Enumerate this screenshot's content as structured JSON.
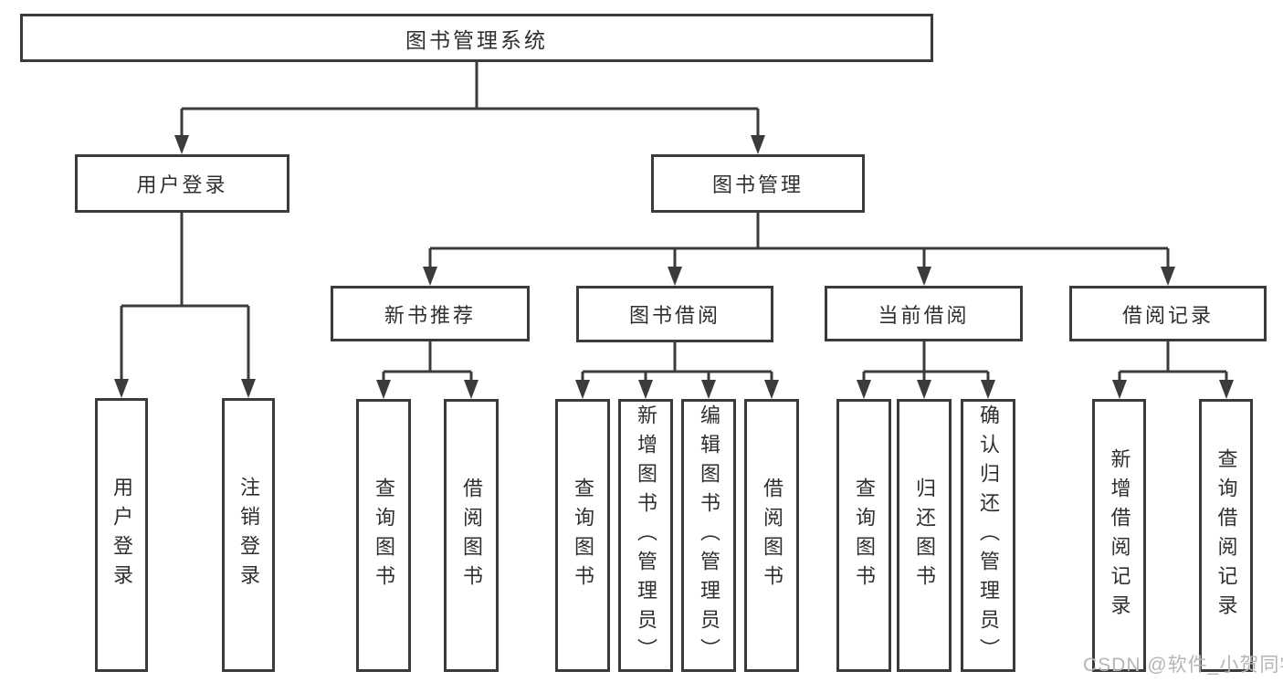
{
  "diagram": {
    "title": "图书管理系统",
    "level2": {
      "user_login": "用户登录",
      "book_management": "图书管理"
    },
    "level3": {
      "new_book_recommend": "新书推荐",
      "book_borrow": "图书借阅",
      "current_borrow": "当前借阅",
      "borrow_records": "借阅记录"
    },
    "leaves": {
      "login": "用户登录",
      "logout": "注销登录",
      "rec_query_books": "查询图书",
      "rec_borrow_books": "借阅图书",
      "bb_query_books": "查询图书",
      "bb_add_books": "新增图书（管理员）",
      "bb_edit_books": "编辑图书（管理员）",
      "bb_borrow_books": "借阅图书",
      "cb_query_books": "查询图书",
      "cb_return_books": "归还图书",
      "cb_confirm_return": "确认归还（管理员）",
      "br_add_record": "新增借阅记录",
      "br_query_record": "查询借阅记录"
    }
  },
  "watermark": "CSDN @软件_小贺同学"
}
